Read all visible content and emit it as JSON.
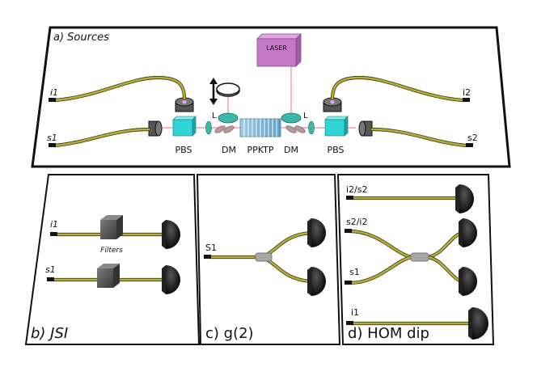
{
  "panels": {
    "sources": {
      "title": "a) Sources"
    },
    "jsi": {
      "title": "b) JSI"
    },
    "g2": {
      "title": "c) g(2)"
    },
    "hom": {
      "title": "d) HOM dip"
    }
  },
  "sources": {
    "laser": "LASER",
    "pbs_left": "PBS",
    "pbs_right": "PBS",
    "dm_left": "DM",
    "dm_right": "DM",
    "crystal": "PPKTP",
    "lens_left": "L",
    "lens_right": "L",
    "port_i1": "i1",
    "port_s1": "s1",
    "port_i2": "i2",
    "port_s2": "s2"
  },
  "jsi": {
    "port_i1": "i1",
    "port_s1": "s1",
    "filters": "Filters"
  },
  "g2": {
    "port_s1": "S1"
  },
  "hom": {
    "port_i2s2": "i2/s2",
    "port_s2i2": "s2/i2",
    "port_s1": "s1",
    "port_i1": "i1"
  },
  "colors": {
    "fiber": "#b6ad3a",
    "fiber_dark": "#3c3a10",
    "laser_box": "#c779c9",
    "pbs": "#2fd4d4",
    "lens": "#3bb8a6",
    "beam": "#f2b8c4",
    "detector": "#111111",
    "coupler": "#a7a7a7"
  }
}
